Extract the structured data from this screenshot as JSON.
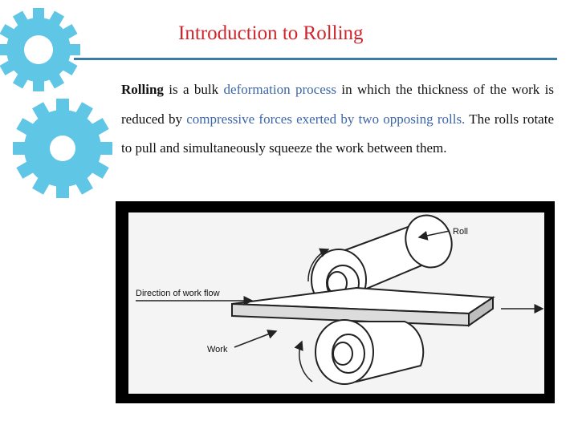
{
  "slide": {
    "title": "Introduction to Rolling",
    "paragraph": {
      "term": "Rolling",
      "part1": " is a bulk ",
      "hl1": "deformation process",
      "part2": " in which the thickness of the work is reduced by ",
      "hl2": "compressive forces exerted by two opposing rolls.",
      "part3": " The rolls rotate to pull and simultaneously squeeze the work between them."
    }
  },
  "figure": {
    "labels": {
      "roll": "Roll",
      "direction": "Direction of work flow",
      "work": "Work"
    }
  },
  "colors": {
    "title": "#d0252b",
    "rule": "#3a7ca5",
    "highlight": "#3d66a6",
    "gear": "#5fc6e6"
  }
}
